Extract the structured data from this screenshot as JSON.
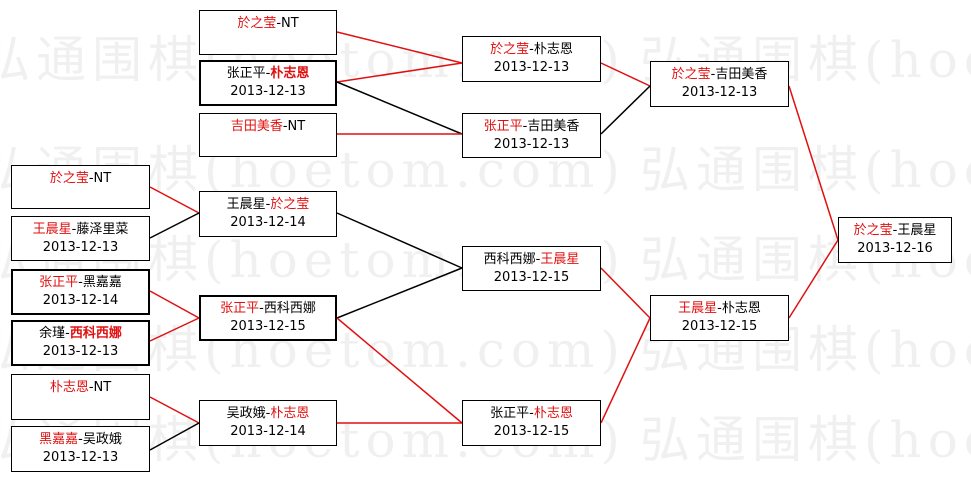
{
  "watermark": "弘通围棋(hoetom.com)",
  "colors": {
    "winner_text": "#e01010",
    "winner_line": "#e01010",
    "loser_line": "#000000"
  },
  "bracket": {
    "round1": {
      "b1": {
        "l1": [
          "於之莹",
          "-NT"
        ],
        "l2": ""
      },
      "b2": {
        "l1": [
          "张正平-",
          "朴志恩"
        ],
        "l2": "2013-12-13"
      },
      "b3": {
        "l1": [
          "吉田美香",
          "-NT"
        ],
        "l2": ""
      },
      "b4": {
        "l1": [
          "於之莹",
          "-NT"
        ],
        "l2": ""
      },
      "b5": {
        "l1": [
          "王晨星",
          "-藤泽里菜"
        ],
        "l2": "2013-12-13"
      },
      "b6": {
        "l1": [
          "张正平",
          "-黑嘉嘉"
        ],
        "l2": "2013-12-14"
      },
      "b7": {
        "l1": [
          "余瑾-",
          "西科西娜"
        ],
        "l2": "2013-12-13"
      },
      "b8": {
        "l1": [
          "朴志恩",
          "-NT"
        ],
        "l2": ""
      },
      "b9": {
        "l1": [
          "黑嘉嘉",
          "-吴政娥"
        ],
        "l2": "2013-12-13"
      }
    },
    "round2": {
      "c1": {
        "l1": [
          "王晨星-",
          "於之莹"
        ],
        "l2": "2013-12-14"
      },
      "c2": {
        "l1": [
          "张正平",
          "-西科西娜"
        ],
        "l2": "2013-12-15"
      },
      "c3": {
        "l1": [
          "吴政娥-",
          "朴志恩"
        ],
        "l2": "2013-12-14"
      }
    },
    "round3": {
      "d1": {
        "l1": [
          "於之莹",
          "-朴志恩"
        ],
        "l2": "2013-12-13"
      },
      "d2": {
        "l1": [
          "张正平",
          "-吉田美香"
        ],
        "l2": "2013-12-13"
      },
      "d3": {
        "l1": [
          "西科西娜-",
          "王晨星"
        ],
        "l2": "2013-12-15"
      },
      "d4": {
        "l1": [
          "张正平-",
          "朴志恩"
        ],
        "l2": "2013-12-15"
      }
    },
    "round4": {
      "e1": {
        "l1": [
          "於之莹",
          "-吉田美香"
        ],
        "l2": "2013-12-13"
      },
      "e2": {
        "l1": [
          "王晨星",
          "-朴志恩"
        ],
        "l2": "2013-12-15"
      }
    },
    "final": {
      "f1": {
        "l1": [
          "於之莹",
          "-王晨星"
        ],
        "l2": "2013-12-16"
      }
    }
  }
}
